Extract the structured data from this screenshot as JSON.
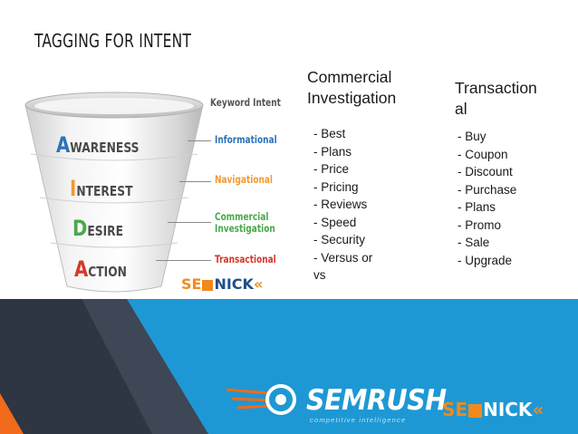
{
  "slide": {
    "title": "TAGGING FOR INTENT"
  },
  "funnel": {
    "header": "Keyword Intent",
    "stages": [
      {
        "initial": "A",
        "rest": "WARENESS",
        "color": "#2a73b8"
      },
      {
        "initial": "I",
        "rest": "NTEREST",
        "color": "#f29a2e"
      },
      {
        "initial": "D",
        "rest": "ESIRE",
        "color": "#4aa84a"
      },
      {
        "initial": "A",
        "rest": "CTION",
        "color": "#d9362a"
      }
    ],
    "intents": [
      {
        "line1": "Informational",
        "line2": "",
        "color": "#2a73b8"
      },
      {
        "line1": "Navigational",
        "line2": "",
        "color": "#f29a2e"
      },
      {
        "line1": "Commercial",
        "line2": "Investigation",
        "color": "#4aa84a"
      },
      {
        "line1": "Transactional",
        "line2": "",
        "color": "#d9362a"
      }
    ]
  },
  "commercial": {
    "heading_line1": "Commercial",
    "heading_line2": "Investigation",
    "keywords": [
      "- Best",
      "- Plans",
      "- Price",
      "- Pricing",
      "- Reviews",
      "- Speed",
      "- Security",
      "- Versus or"
    ],
    "tail": "vs"
  },
  "transactional": {
    "heading_line1": "Transaction",
    "heading_line2": "al",
    "keywords": [
      "- Buy",
      "- Coupon",
      "- Discount",
      "- Purchase",
      "- Plans",
      "- Promo",
      "- Sale",
      "- Upgrade"
    ]
  },
  "logos": {
    "seo_left": "SE",
    "seo_right": "NICK",
    "seo_chevrons": "«",
    "semrush": "SEMRUSH",
    "semrush_tagline": "competitive intelligence"
  },
  "colors": {
    "bottom_blue": "#1e98d4",
    "bottom_dark": "#2d3642",
    "bottom_mid": "#3d4756",
    "bottom_orange": "#f26a1b"
  }
}
